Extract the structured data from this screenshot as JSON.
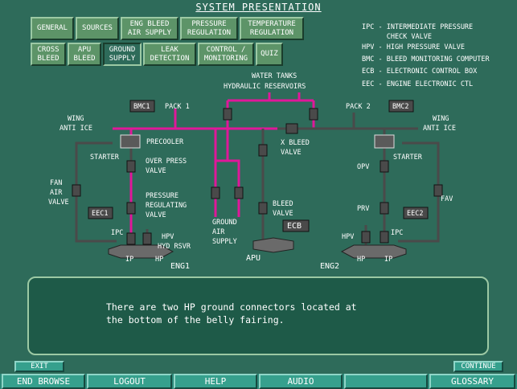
{
  "title": "SYSTEM PRESENTATION",
  "nav": {
    "general": "GENERAL",
    "sources": "SOURCES",
    "eng_bleed": "ENG BLEED\nAIR SUPPLY",
    "pressure_regulation": "PRESSURE\nREGULATION",
    "temperature_regulation": "TEMPERATURE\nREGULATION",
    "cross_bleed": "CROSS\nBLEED",
    "apu_bleed": "APU\nBLEED",
    "ground_supply": "GROUND\nSUPPLY",
    "leak_detection": "LEAK\nDETECTION",
    "control_monitoring": "CONTROL /\nMONITORING",
    "quiz": "QUIZ"
  },
  "legend": [
    "IPC - INTERMEDIATE PRESSURE",
    "      CHECK VALVE",
    "HPV - HIGH PRESSURE VALVE",
    "BMC - BLEED MONITORING COMPUTER",
    "ECB - ELECTRONIC CONTROL BOX",
    "EEC - ENGINE ELECTRONIC CTL"
  ],
  "diagram": {
    "water_tanks": "WATER TANKS",
    "hyd_reservoirs": "HYDRAULIC RESERVOIRS",
    "bmc1": "BMC1",
    "bmc2": "BMC2",
    "pack1": "PACK 1",
    "pack2": "PACK 2",
    "wing": "WING",
    "anti_ice": "ANTI ICE",
    "precooler": "PRECOOLER",
    "starter": "STARTER",
    "over_press": "OVER PRESS",
    "valve": "VALVE",
    "x_bleed": "X BLEED",
    "fan": "FAN",
    "air": "AIR",
    "pressure": "PRESSURE",
    "regulating": "REGULATING",
    "eec1": "EEC1",
    "eec2": "EEC2",
    "ipc": "IPC",
    "hpv": "HPV",
    "hyd_rsvr": "HYD RSVR",
    "ip": "IP",
    "hp": "HP",
    "eng1": "ENG1",
    "eng2": "ENG2",
    "ground": "GROUND",
    "supply": "SUPPLY",
    "bleed": "BLEED",
    "ecb": "ECB",
    "apu": "APU",
    "opv": "OPV",
    "prv": "PRV",
    "fav": "FAV"
  },
  "message": "There are two HP ground connectors located at\nthe bottom of the belly fairing.",
  "buttons": {
    "exit": "EXIT",
    "continue": "CONTINUE"
  },
  "bottom": {
    "end_browse": "END BROWSE",
    "logout": "LOGOUT",
    "help": "HELP",
    "audio": "AUDIO",
    "blank": "",
    "glossary": "GLOSSARY"
  },
  "colors": {
    "background": "#2e6b5a",
    "pipe": "#4a4a4a",
    "highlight": "#e0179a"
  }
}
